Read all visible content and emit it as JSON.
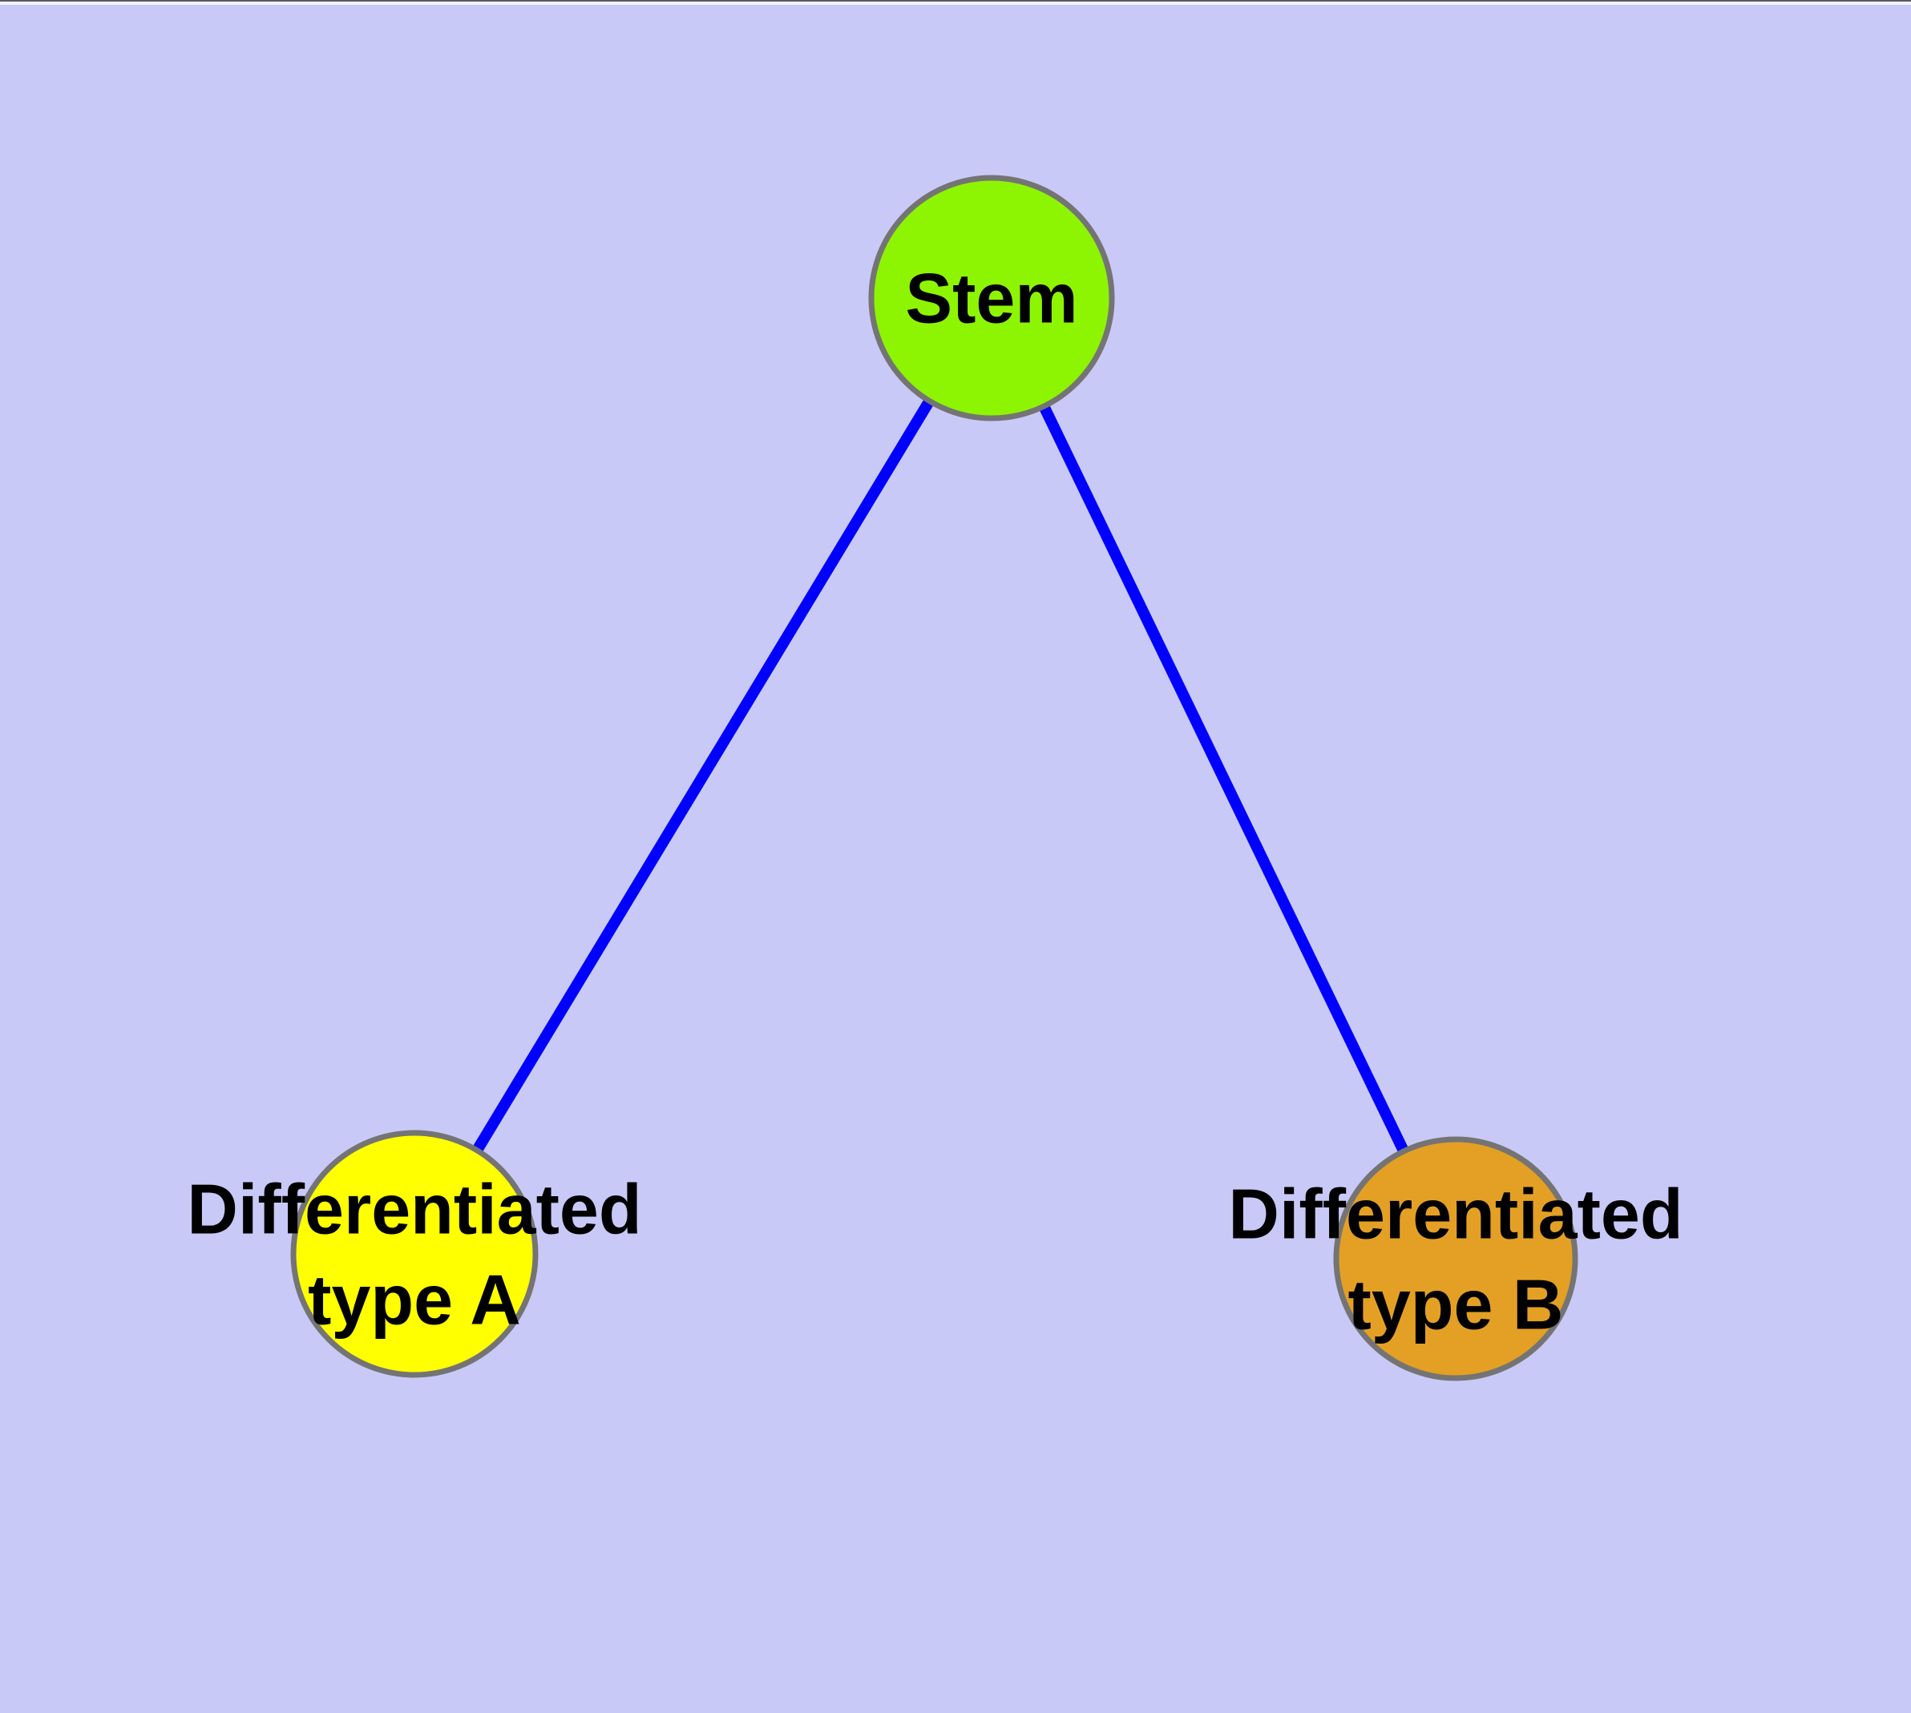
{
  "diagram": {
    "background_color": "#C9C9F8",
    "edge_color": "#0000FF",
    "node_border_color": "#747474",
    "label_color": "#000000",
    "nodes": {
      "stem": {
        "label": "Stem",
        "fill": "#8DF501"
      },
      "type_a": {
        "label": "Differentiated type A",
        "line1": "Differentiated",
        "line2": "type A",
        "fill": "#FFFF00"
      },
      "type_b": {
        "label": "Differentiated type B",
        "line1": "Differentiated",
        "line2": "type B",
        "fill": "#E4A024"
      }
    },
    "edges": [
      {
        "from": "Stem",
        "to": "Differentiated type A"
      },
      {
        "from": "Stem",
        "to": "Differentiated type B"
      }
    ]
  }
}
